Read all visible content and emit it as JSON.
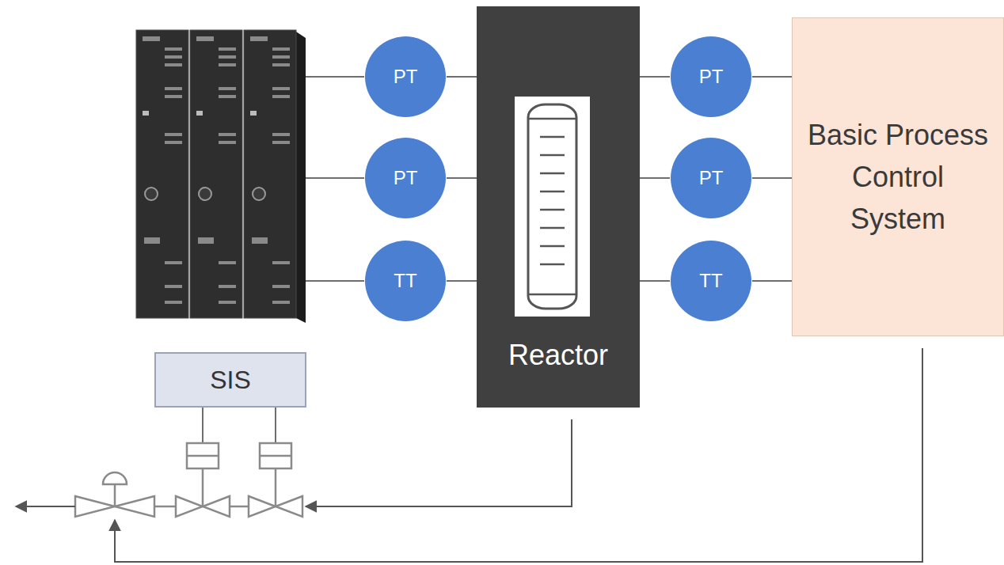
{
  "diagram": {
    "nodes": [
      {
        "text": [
          "PT"
        ]
      },
      {
        "text": [
          "PT"
        ]
      },
      {
        "text": [
          "TT"
        ]
      },
      {
        "text": [
          "Reactor"
        ]
      },
      {
        "text": [
          "PT"
        ]
      },
      {
        "text": [
          "PT"
        ]
      },
      {
        "text": [
          "TT"
        ]
      },
      {
        "text": [
          "Basic Process Control System"
        ]
      },
      {
        "text": [
          "SIS"
        ]
      }
    ],
    "edges": [
      {
        "from": 0,
        "to": 3,
        "arrow": "none"
      },
      {
        "from": 1,
        "to": 3,
        "arrow": "none"
      },
      {
        "from": 2,
        "to": 3,
        "arrow": "none"
      },
      {
        "from": 3,
        "to": 4,
        "arrow": "none"
      },
      {
        "from": 3,
        "to": 5,
        "arrow": "none"
      },
      {
        "from": 3,
        "to": 6,
        "arrow": "none"
      },
      {
        "from": 4,
        "to": 7,
        "arrow": "none"
      },
      {
        "from": 5,
        "to": 7,
        "arrow": "none"
      },
      {
        "from": 6,
        "to": 7,
        "arrow": "none"
      }
    ]
  }
}
